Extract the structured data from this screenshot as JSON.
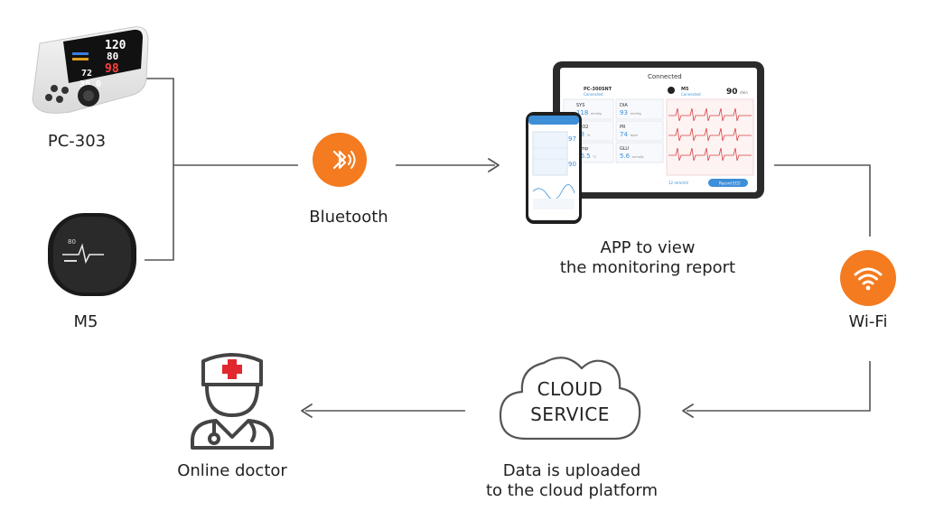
{
  "devices": {
    "pc303": {
      "label": "PC-303",
      "screen_readings": [
        "120",
        "80",
        "98",
        "72",
        "36.0"
      ]
    },
    "m5": {
      "label": "M5"
    }
  },
  "connections": {
    "bluetooth": {
      "label": "Bluetooth",
      "icon": "bluetooth-icon",
      "color": "#F47B20"
    },
    "wifi": {
      "label": "Wi-Fi",
      "icon": "wifi-icon",
      "color": "#F47B20"
    }
  },
  "app": {
    "caption_line1": "APP  to view",
    "caption_line2": "the monitoring report",
    "tablet": {
      "header": "Connected",
      "device_a": "PC-300SNT",
      "device_a_status": "Connected",
      "device_b": "M5",
      "device_b_status": "Connected",
      "device_b_value": "90",
      "device_b_unit": "/min",
      "metrics": [
        {
          "name": "SYS",
          "value": "118",
          "unit": "mmHg"
        },
        {
          "name": "DIA",
          "value": "93",
          "unit": "mmHg"
        },
        {
          "name": "SpO2",
          "value": "98",
          "unit": "%"
        },
        {
          "name": "PR",
          "value": "74",
          "unit": "bpm"
        },
        {
          "name": "Temp",
          "value": "36.5",
          "unit": "°C"
        },
        {
          "name": "GLU",
          "value": "5.6",
          "unit": "mmol/L"
        }
      ],
      "ecg_speed": "12 mm/mV",
      "record_button": "Record ECG"
    },
    "phone": {
      "values": [
        "97",
        "90"
      ]
    }
  },
  "cloud": {
    "line1": "CLOUD",
    "line2": "SERVICE",
    "caption_line1": "Data is uploaded",
    "caption_line2": "to the cloud platform"
  },
  "doctor": {
    "label": "Online doctor",
    "icon": "doctor-icon"
  },
  "colors": {
    "accent": "#F47B20",
    "line": "#555555",
    "ecg": "#D94040",
    "value_blue": "#3D8FD8"
  }
}
